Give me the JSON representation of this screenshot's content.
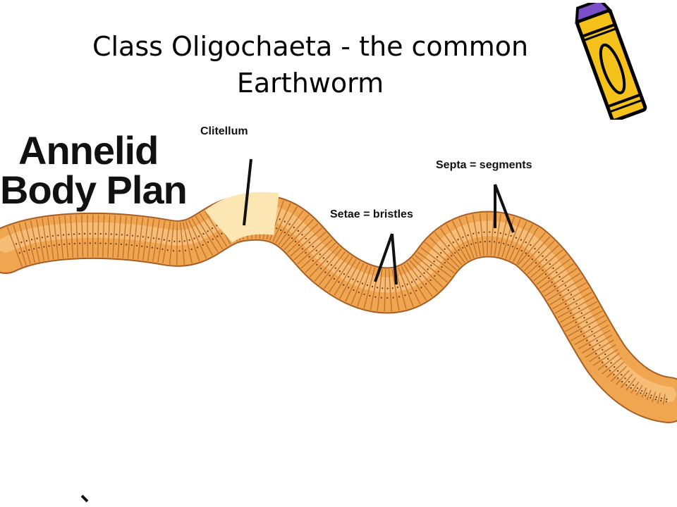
{
  "slide": {
    "title_line1": "Class Oligochaeta -  the common",
    "title_line2": "Earthworm"
  },
  "figure": {
    "heading_line1": "Annelid",
    "heading_line2": "Body Plan",
    "labels": {
      "clitellum": "Clitellum",
      "setae": "Setae = bristles",
      "septa": "Septa = segments"
    }
  },
  "colors": {
    "worm_body": "#f0a650",
    "worm_ring": "#b8692a",
    "clitellum": "#fbe6b4",
    "pencil_body": "#f5c21b",
    "pencil_tip": "#7b4fc9"
  },
  "icons": [
    "pencil-icon"
  ]
}
